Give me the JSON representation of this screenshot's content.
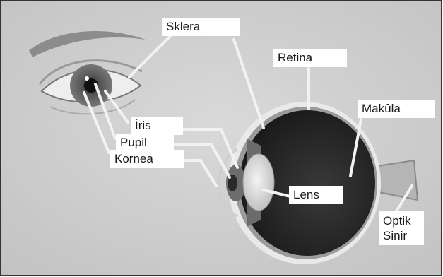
{
  "diagram": {
    "labels": {
      "sklera": "Sklera",
      "retina": "Retina",
      "makula": "Makûla",
      "iris": "İris",
      "pupil": "Pupil",
      "kornea": "Kornea",
      "lens": "Lens",
      "optik_line1": "Optik",
      "optik_line2": "Sinir"
    }
  }
}
